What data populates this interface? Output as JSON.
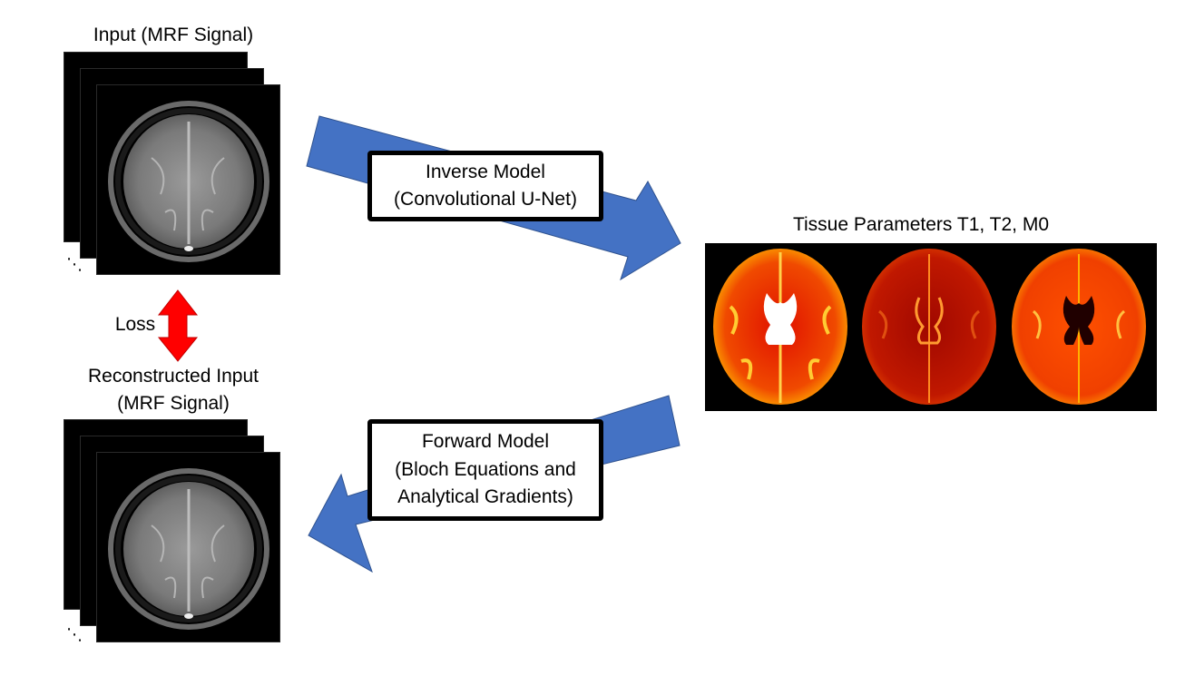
{
  "input_label": "Input (MRF Signal)",
  "reconstructed_label_line1": "Reconstructed Input",
  "reconstructed_label_line2": "(MRF Signal)",
  "loss_label": "Loss",
  "tissue_label": "Tissue Parameters T1, T2, M0",
  "ellipsis": "⋱",
  "inverse_model": {
    "line1": "Inverse Model",
    "line2": "(Convolutional U-Net)"
  },
  "forward_model": {
    "line1": "Forward Model",
    "line2": "(Bloch Equations and",
    "line3": "Analytical Gradients)"
  },
  "colors": {
    "arrow_blue": "#4472c4",
    "arrow_blue_edge": "#2f528f",
    "loss_red": "#ff0000",
    "box_border": "#000000"
  }
}
